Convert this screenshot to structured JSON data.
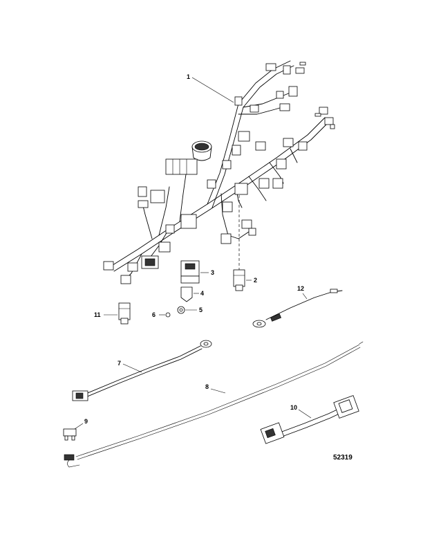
{
  "callouts": {
    "c1": "1",
    "c2": "2",
    "c3": "3",
    "c4": "4",
    "c5": "5",
    "c6": "6",
    "c7": "7",
    "c8": "8",
    "c9": "9",
    "c10": "10",
    "c11": "11",
    "c12": "12"
  },
  "figure_number": "52319"
}
